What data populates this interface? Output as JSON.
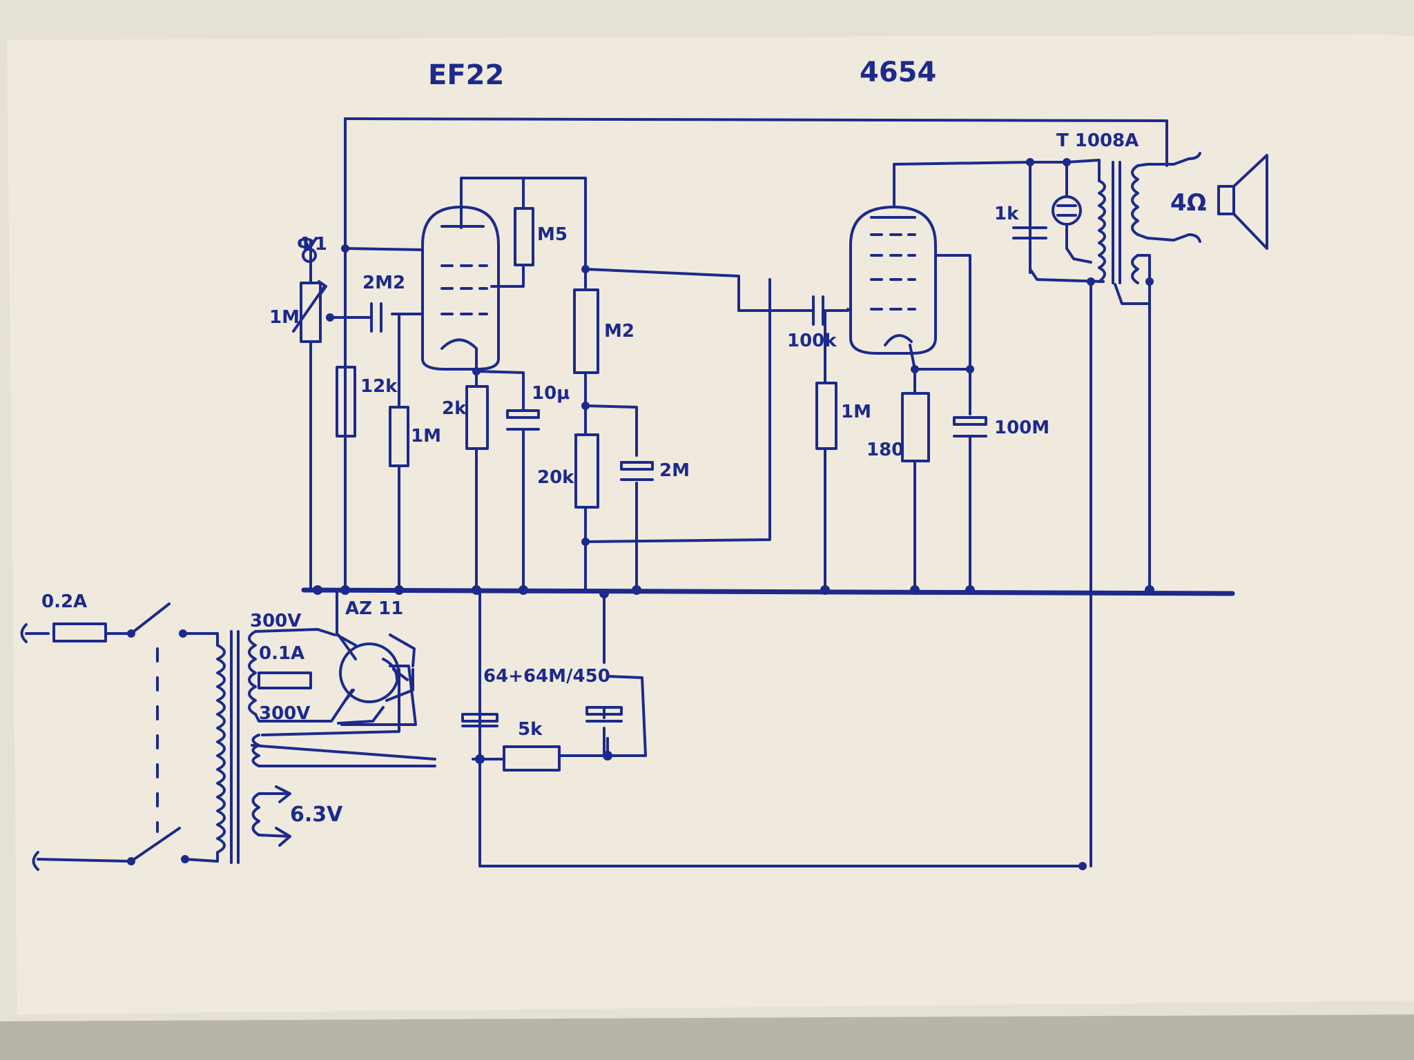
{
  "tubes": {
    "preamp": "EF22",
    "output": "4654",
    "rectifier": "AZ 11"
  },
  "transformer": {
    "output": "T 1008A"
  },
  "speaker": {
    "impedance": "4Ω"
  },
  "components": {
    "volume_pot": "1M",
    "input_symbol": "Ф1",
    "coupling_cap_in": "2M2",
    "anode_res_pre": "M5",
    "plate_res_pre": "M2",
    "screen_res": "12k",
    "grid_res_pre": "1M",
    "cathode_res_pre": "2k",
    "cathode_cap_pre": "10μ",
    "decoupling_res": "20k",
    "decoupling_cap": "2M",
    "coupling_cap_out": "100k",
    "grid_res_out": "1M",
    "cathode_res_out": "180",
    "cathode_cap_out": "100M",
    "tone_res": "1k",
    "fuse_main": "0.2A",
    "fuse_secondary": "0.1A",
    "voltage_hv1": "300V",
    "voltage_hv2": "300V",
    "filter_caps": "64+64M/450",
    "filter_res": "5k",
    "heater_voltage": "6.3V"
  },
  "colors": {
    "ink": "#1c2a8c",
    "paper": "#efeadd",
    "background": "#b9b4a9"
  }
}
